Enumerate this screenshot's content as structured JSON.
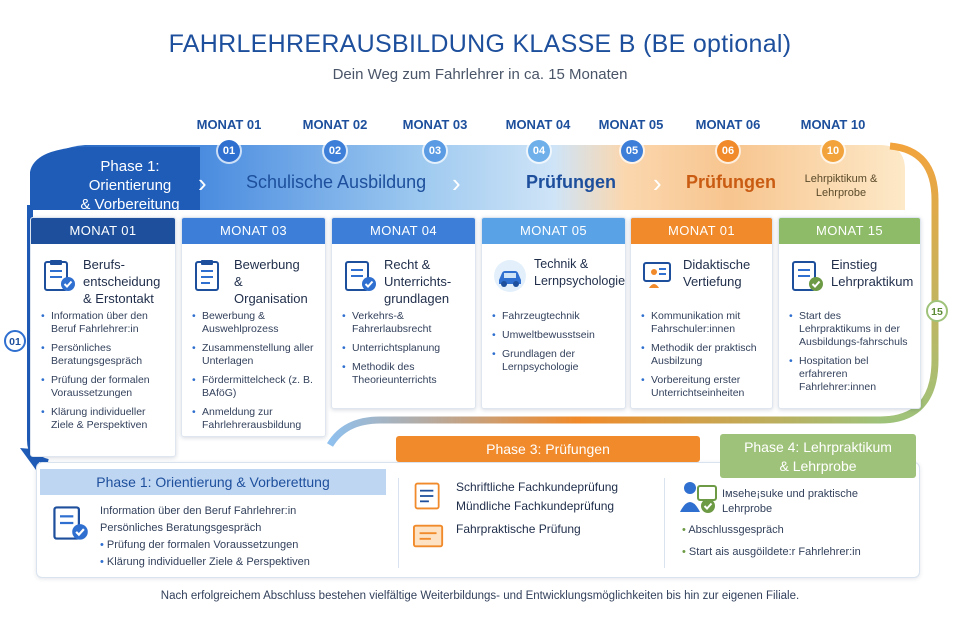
{
  "header": {
    "title": "FAHRLEHRERAUSBILDUNG KLASSE B (BE optional)",
    "subtitle": "Dein Weg zum Fahrlehrer in ca. 15 Monaten"
  },
  "timeline": {
    "months": [
      "MONAT 01",
      "MONAT 02",
      "MONAT 03",
      "MONAT 04",
      "MONAT 05",
      "MONAT 06",
      "MONAT 10"
    ],
    "circles": [
      "01",
      "02",
      "03",
      "04",
      "05",
      "06",
      "10"
    ],
    "band": {
      "phase1": "Phase 1:\nOrientierung\n& Vorbereitung",
      "schulisch": "Schulische Ausbildung",
      "pruefungen_blue": "Prüfungen",
      "pruefungen_orange": "Prüfungen",
      "lehrpraktikum": "Lehrpiktikum &\nLehrprobe"
    },
    "badge_left": "01",
    "badge_right": "15"
  },
  "cards": [
    {
      "head": "MONAT 01",
      "title": "Berufs-\nentscheidung\n& Erstontakt",
      "items": [
        "Information über den Beruf Fahrlehrer:in",
        "Persönliches Beratungsgespräch",
        "Prüfung der formalen Voraussetzungen",
        "Klärung individueller Ziele & Perspektiven"
      ]
    },
    {
      "head": "MONAT 03",
      "title": "Bewerbung\n&\nOrganisation",
      "items": [
        "Bewerbung & Auswehlprozess",
        "Zusammenstellung aller Unterlagen",
        "Fördermittelcheck (z. B. BAföG)",
        "Anmeldung zur Fahrlehrerausbildung"
      ]
    },
    {
      "head": "MONAT 04",
      "title": "Recht &\nUnterrichts-\ngrundlagen",
      "items": [
        "Verkehrs-& Fahrerlaubsrecht",
        "Unterrichtsplanung",
        "Methodik des Theorieunterrichts"
      ]
    },
    {
      "head": "MONAT 05",
      "title": "Technik &\nLernpsychologie",
      "items": [
        "Fahrzeugtechnik",
        "Umweltbewusstsein",
        "Grundlagen der Lernpsychologie"
      ]
    },
    {
      "head": "MONAT 01",
      "title": "Didaktische\nVertiefung",
      "items": [
        "Kommunikation mit Fahrschuler:innen",
        "Methodik der praktisch Ausbilzung",
        "Vorbereitung erster Unterrichtseinheiten"
      ]
    },
    {
      "head": "MONAT 15",
      "title": "Einstieg\nLehrpraktikum",
      "items": [
        "Start des Lehrpraktikums in der Ausbildungs-fahrschuls",
        "Hospitation bel erfahreren Fahrlehrer:innen"
      ]
    }
  ],
  "phase_panels": {
    "phase1": {
      "head": "Phase 1: Orientierung & Vorberettung",
      "items": [
        "Information über den Beruf Fahrlehrer:in",
        "Persönliches Beratungsgespräch",
        "Prüfung der formalen Voraussetzungen",
        "Klärung individueller Ziele & Perspektiven"
      ]
    },
    "phase3": {
      "head": "Phase 3: Prüfungen",
      "items": [
        "Schriftliche Fachkundeprüfung",
        "Mündliche Fachkundeprüfung",
        "Fahrpraktische Prüfung"
      ]
    },
    "phase4": {
      "head": "Phase 4: Lehrpraktikum\n& Lehrprobe",
      "items": [
        "Iмsehe¡suke und praktische Lehrprobe",
        "Abschlussgespräch",
        "Start ais ausgöildete:r Fahrlehrer:in"
      ]
    }
  },
  "footer": "Nach erfolgreichem Abschluss bestehen vielfältige Weiterbildungs- und Entwicklungsmöglichkeiten bis hin zur eigenen Filiale.",
  "colors": {
    "blue_dark": "#1d4f9c",
    "blue_mid": "#3d7fd8",
    "blue_light": "#8fc0ee",
    "orange": "#f08a2a",
    "green": "#8dbb68"
  }
}
